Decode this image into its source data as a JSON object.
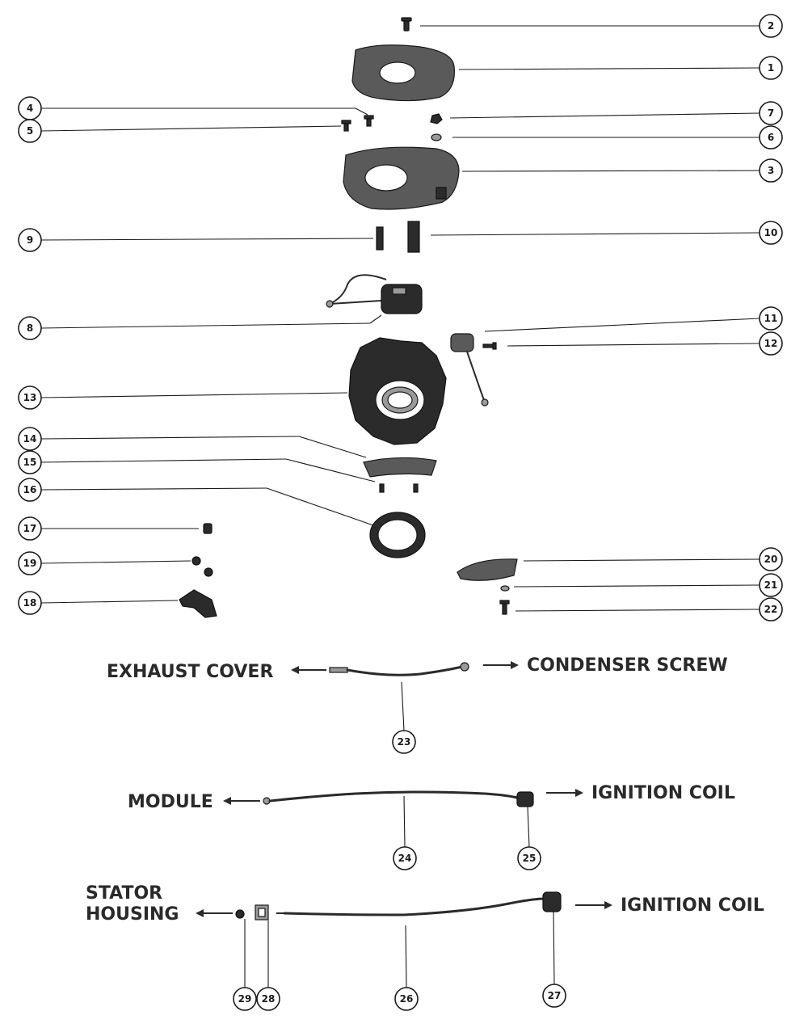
{
  "callouts": [
    "1",
    "2",
    "3",
    "4",
    "5",
    "6",
    "7",
    "8",
    "9",
    "10",
    "11",
    "12",
    "13",
    "14",
    "15",
    "16",
    "17",
    "18",
    "19",
    "20",
    "21",
    "22",
    "23",
    "24",
    "25",
    "26",
    "27",
    "28",
    "29"
  ],
  "labels": {
    "exhaust_cover": "EXHAUST COVER",
    "condenser_screw": "CONDENSER SCREW",
    "module": "MODULE",
    "ignition_coil_1": "IGNITION COIL",
    "stator_housing_line1": "STATOR",
    "stator_housing_line2": "HOUSING",
    "ignition_coil_2": "IGNITION COIL"
  }
}
